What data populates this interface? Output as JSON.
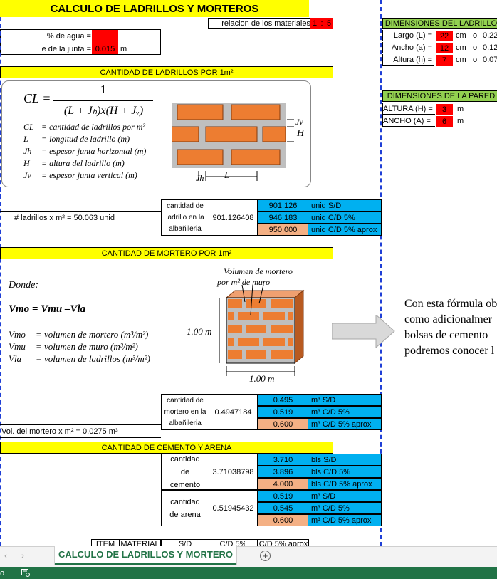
{
  "title": "CALCULO DE LADRILLOS Y MORTEROS",
  "relacion_label": "relacion de los materiales",
  "relacion_a": "1",
  "relacion_sep": ":",
  "relacion_b": "5",
  "agua_label": "% de agua =",
  "junta_label": "e de la junta =",
  "junta_value": "0.015",
  "junta_unit": "m",
  "dim_ladrillo": {
    "title": "DIMENSIONES DEL LADRILLO",
    "rows": [
      {
        "label": "Largo (L) =",
        "value": "22",
        "unit": "cm",
        "o": "o",
        "m": "0.22"
      },
      {
        "label": "Ancho (a) =",
        "value": "12",
        "unit": "cm",
        "o": "o",
        "m": "0.12"
      },
      {
        "label": "Altura (h) =",
        "value": "7",
        "unit": "cm",
        "o": "o",
        "m": "0.07"
      }
    ]
  },
  "dim_pared": {
    "title": "DIMENSIONES DE LA PARED",
    "rows": [
      {
        "label": "ALTURA (H) =",
        "value": "3",
        "unit": "m"
      },
      {
        "label": "ANCHO (A) =",
        "value": "6",
        "unit": "m"
      }
    ]
  },
  "ladrillos_header": "CANTIDAD DE LADRILLOS POR 1m²",
  "formula1": {
    "cl": "CL =",
    "num": "1",
    "den": "(L + Jₕ)x(H + Jᵥ)",
    "defs": [
      {
        "k": "CL",
        "v": "= cantidad de ladrillos por m²"
      },
      {
        "k": "L",
        "v": "= longitud de ladrillo (m)"
      },
      {
        "k": "Jh",
        "v": "= espesor junta horizontal (m)"
      },
      {
        "k": "H",
        "v": "= altura del ladrillo (m)"
      },
      {
        "k": "Jv",
        "v": "= espesor junta vertical (m)"
      }
    ],
    "lbl_jv": "Jv",
    "lbl_h": "H",
    "lbl_jh": "Jh",
    "lbl_l": "L"
  },
  "ladrillos_line": "# ladrillos x m² =",
  "ladrillos_value": "50.063",
  "ladrillos_unit": "unid",
  "ladrillos_box_label": "cantidad de ladrillo en la albañileria",
  "ladrillos_total": "901.126408",
  "ladrillos_rows": [
    {
      "v": "901.126",
      "u": "unid S/D"
    },
    {
      "v": "946.183",
      "u": "unid C/D 5%"
    },
    {
      "v": "950.000",
      "u": "unid C/D 5% aprox"
    }
  ],
  "mortero_header": "CANTIDAD DE MORTERO POR 1m²",
  "formula2": {
    "donde": "Donde:",
    "main": "Vmo =  Vmu –Vla",
    "defs": [
      {
        "k": "Vmo",
        "v": "=  volumen de mortero (m³/m²)"
      },
      {
        "k": "Vmu",
        "v": "=  volumen de muro (m³/m²)"
      },
      {
        "k": "Vla",
        "v": "=  volumen de ladrillos (m³/m²)"
      }
    ],
    "vol_label": "Volumen de mortero",
    "vol_label2": "por m² de muro",
    "dim_h": "1.00 m",
    "dim_w": "1.00 m"
  },
  "side_text": [
    "Con esta fórmula ob",
    "como adicionalmer",
    "bolsas de cemento",
    "podremos conocer l"
  ],
  "mortero_line": "Vol. del mortero x m² =",
  "mortero_value": "0.0275",
  "mortero_unit": "m³",
  "mortero_box_label": "cantidad de mortero en la albañileria",
  "mortero_total": "0.4947184",
  "mortero_rows": [
    {
      "v": "0.495",
      "u": "m³ S/D"
    },
    {
      "v": "0.519",
      "u": "m³ C/D 5%"
    },
    {
      "v": "0.600",
      "u": "m³ C/D 5% aprox"
    }
  ],
  "cemento_header": "CANTIDAD DE CEMENTO Y ARENA",
  "cemento_label": "cantidad de cemento",
  "cemento_total": "3.71038798",
  "cemento_rows": [
    {
      "v": "3.710",
      "u": "bls S/D"
    },
    {
      "v": "3.896",
      "u": "bls C/D 5%"
    },
    {
      "v": "4.000",
      "u": "bls C/D 5% aprox"
    }
  ],
  "arena_label": "cantidad de arena",
  "arena_total": "0.51945432",
  "arena_rows": [
    {
      "v": "0.519",
      "u": "m³ S/D"
    },
    {
      "v": "0.545",
      "u": "m³ C/D 5%"
    },
    {
      "v": "0.600",
      "u": "m³ C/D 5% aprox"
    }
  ],
  "bottom_table_headers": [
    "ITEM",
    "MATERIAL",
    "S/D",
    "C/D 5%",
    "C/D 5% aprox"
  ],
  "sheet_tab": "CALCULO DE LADRILLOS Y MORTERO",
  "status_left": "o"
}
